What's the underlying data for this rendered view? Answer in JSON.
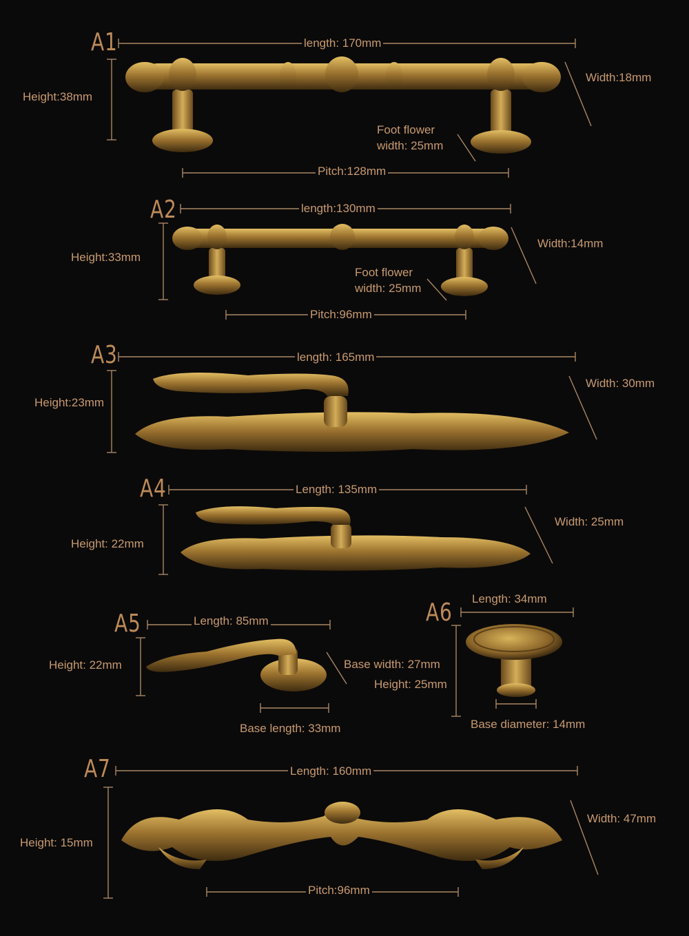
{
  "colors": {
    "background": "#0b0a0a",
    "text": "#c79a70",
    "metal": "#9a7332",
    "metal_highlight": "#d9b45a",
    "metal_shadow": "#4a3514"
  },
  "items": [
    {
      "code": "A1",
      "length": "length:  170mm",
      "width": "Width:18mm",
      "height": "Height:38mm",
      "foot_line1": "Foot flower",
      "foot_line2": "width: 25mm",
      "pitch": "Pitch:128mm"
    },
    {
      "code": "A2",
      "length": "length:130mm",
      "width": "Width:14mm",
      "height": "Height:33mm",
      "foot_line1": "Foot flower",
      "foot_line2": "width: 25mm",
      "pitch": "Pitch:96mm"
    },
    {
      "code": "A3",
      "length": "length:  165mm",
      "width": "Width: 30mm",
      "height": "Height:23mm"
    },
    {
      "code": "A4",
      "length": "Length: 135mm",
      "width": "Width: 25mm",
      "height": "Height: 22mm"
    },
    {
      "code": "A5",
      "length": "Length: 85mm",
      "height": "Height: 22mm",
      "base_width": "Base width: 27mm",
      "height2": "Height: 25mm",
      "base_length": "Base length: 33mm"
    },
    {
      "code": "A6",
      "length": "Length: 34mm",
      "base_diameter": "Base diameter: 14mm"
    },
    {
      "code": "A7",
      "length": "Length: 160mm",
      "width": "Width: 47mm",
      "height": "Height: 15mm",
      "pitch": "Pitch:96mm"
    }
  ]
}
